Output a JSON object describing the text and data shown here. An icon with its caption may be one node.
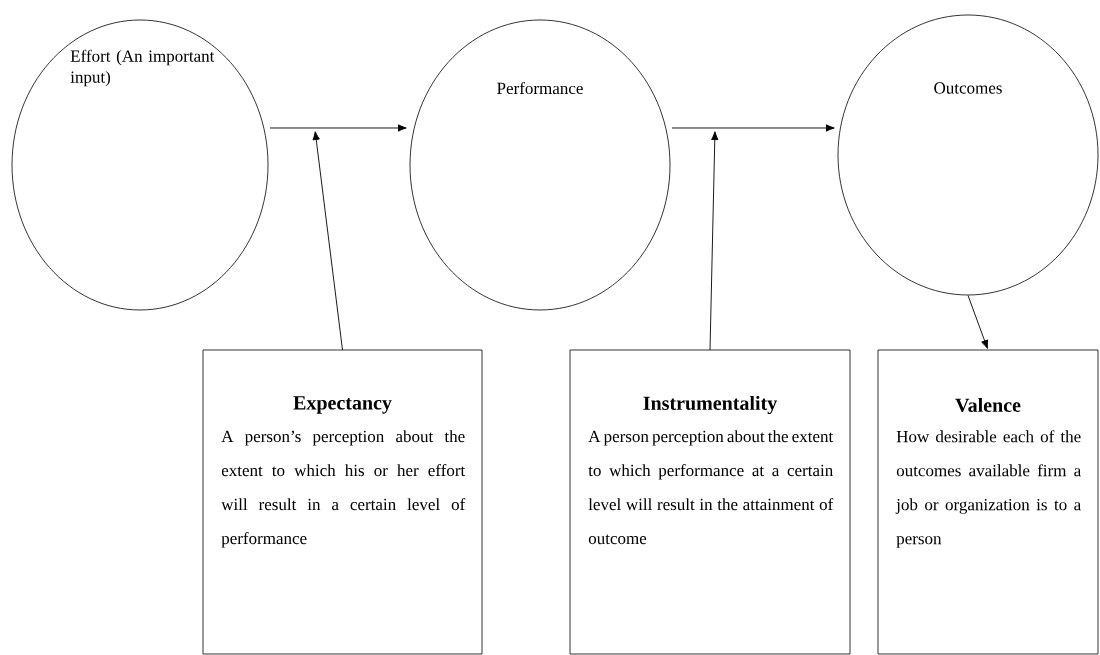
{
  "diagram": {
    "nodes": [
      {
        "text": [
          "Effort (An important input)"
        ]
      },
      {
        "text": [
          "Performance"
        ]
      },
      {
        "text": [
          "Outcomes"
        ]
      },
      {
        "text": [
          "Expectancy",
          "A person’s perception about the extent to which his or her effort will result in a certain level of performance"
        ]
      },
      {
        "text": [
          "Instrumentality",
          "A person perception about the extent to which performance at a certain level will result in the attainment of outcome"
        ]
      },
      {
        "text": [
          "Valence",
          "How desirable each of the outcomes available firm a job or organization is to a person"
        ]
      }
    ],
    "edges": [
      {
        "from": 0,
        "to": 1,
        "arrow": "to"
      },
      {
        "from": 1,
        "to": 2,
        "arrow": "to"
      },
      {
        "from": 3,
        "to": null,
        "arrow": "to"
      },
      {
        "from": 4,
        "to": null,
        "arrow": "to"
      },
      {
        "from": 2,
        "to": 5,
        "arrow": "to"
      }
    ]
  }
}
